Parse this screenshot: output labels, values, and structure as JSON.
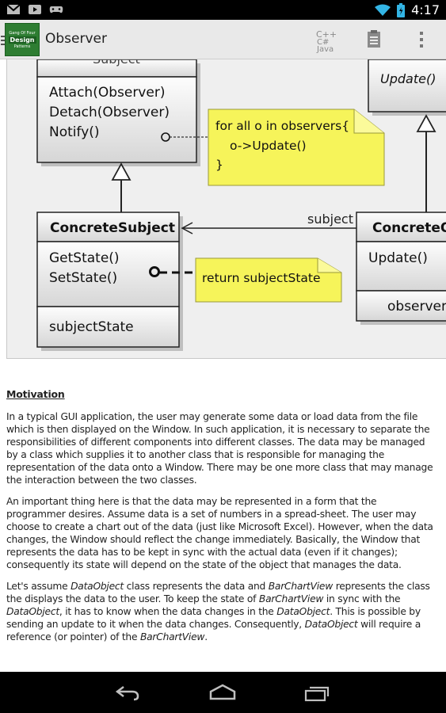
{
  "status_bar": {
    "time": "4:17",
    "left_icons": [
      "gmail-icon",
      "youtube-icon",
      "game-controller-icon"
    ],
    "right_icons": [
      "wifi-icon",
      "battery-icon"
    ]
  },
  "action_bar": {
    "title": "Observer",
    "logo_lines": [
      "Gang Of Four",
      "Design",
      "Patterns"
    ],
    "actions": [
      "code-language-icon",
      "clipboard-icon",
      "overflow-menu-icon"
    ]
  },
  "diagram": {
    "subject": {
      "header": "Subject",
      "methods": [
        "Attach(Observer)",
        "Detach(Observer)",
        "Notify()"
      ]
    },
    "observer": {
      "method": "Update()"
    },
    "note_notify": [
      "for all o in observers{",
      "o->Update()",
      "}"
    ],
    "concrete_subject": {
      "name": "ConcreteSubject",
      "methods": [
        "GetState()",
        "SetState()"
      ],
      "attribute": "subjectState"
    },
    "note_getstate": "return subjectState",
    "association_label": "subject",
    "concrete_observer": {
      "name": "ConcreteO",
      "method": "Update()",
      "attribute": "observer"
    }
  },
  "article": {
    "heading": "Motivation",
    "p1": "In a typical GUI application, the user may generate some data or load data from the file which is then displayed on the Window. In such application, it is necessary to separate the responsibilities of different components into different classes. The data may be managed by a class which supplies it to another class that is responsible for managing the representation of the data onto a Window. There may be one more class that may manage the interaction between the two classes.",
    "p2": "An important thing here is that the data may be represented in a form that the programmer desires. Assume data is a set of numbers in a spread-sheet. The user may choose to create a chart out of the data (just like Microsoft Excel). However, when the data changes, the Window should reflect the change immediately. Basically, the Window that represents the data has to be kept in sync with the actual data (even if it changes); consequently its state will depend on the state of the object that manages the data.",
    "p3": {
      "s1": "Let's assume ",
      "i1": "DataObject",
      "s2": " class represents the data and ",
      "i2": "BarChartView",
      "s3": " represents the class the displays the data to the user. To keep the state of ",
      "i3": "BarChartView",
      "s4": " in sync with the ",
      "i4": "DataObject",
      "s5": ", it has to know when the data changes in the ",
      "i5": "DataObject",
      "s6": ". This is possible by sending an update to it when the data changes. Consequently, ",
      "i6": "DataObject",
      "s7": " will require a reference (or pointer) of the ",
      "i7": "BarChartView",
      "s8": "."
    }
  },
  "nav_bar": {
    "buttons": [
      "back-icon",
      "home-icon",
      "recent-apps-icon"
    ]
  }
}
